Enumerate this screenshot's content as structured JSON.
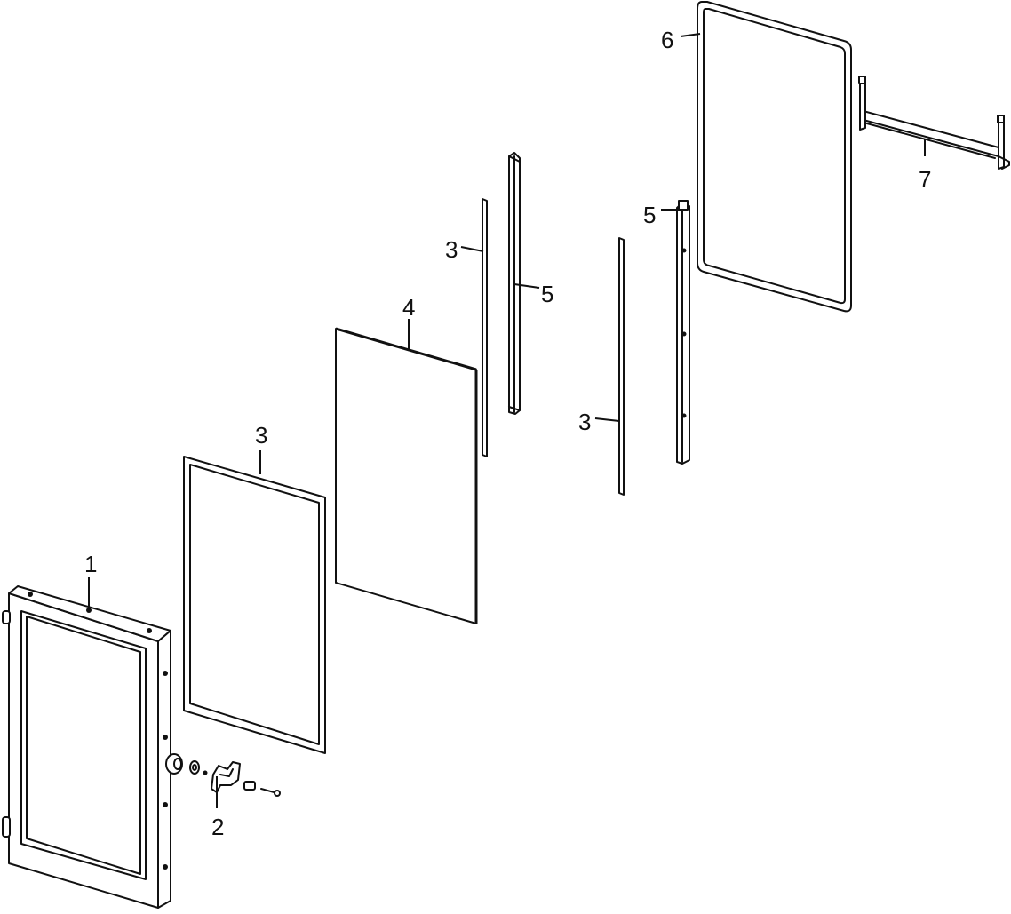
{
  "diagram": {
    "labels": {
      "door_frame": "1",
      "latch_assembly": "2",
      "gasket_left": "3",
      "gasket_mid": "3",
      "gasket_right": "3",
      "glass_panel": "4",
      "side_rail_mid": "5",
      "side_rail_right": "5",
      "inner_frame": "6",
      "cross_bracket": "7"
    }
  }
}
